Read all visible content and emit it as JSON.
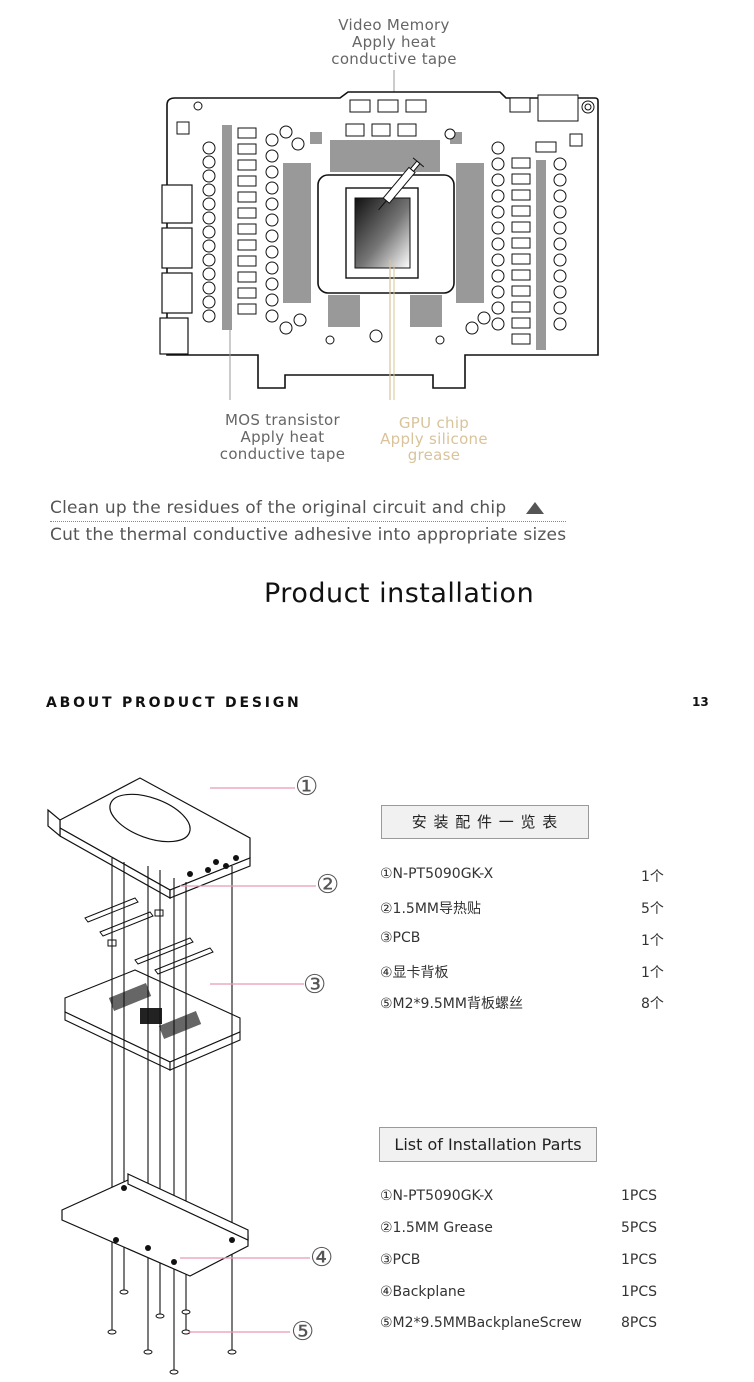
{
  "pcb_labels": {
    "video_memory": [
      "Video Memory",
      "Apply heat",
      "conductive tape"
    ],
    "mos": [
      "MOS transistor",
      "Apply heat",
      "conductive tape"
    ],
    "gpu": [
      "GPU chip",
      "Apply silicone",
      "grease"
    ]
  },
  "steps": {
    "step1": "Clean up the residues of the original circuit and chip",
    "step2": "Cut the thermal conductive adhesive into appropriate sizes"
  },
  "install_title": "Product installation",
  "section_title": "ABOUT PRODUCT DESIGN",
  "page_number": "13",
  "callouts": [
    "①",
    "②",
    "③",
    "④",
    "⑤"
  ],
  "parts_cn": {
    "header": "安 装 配 件 一 览 表",
    "rows": [
      {
        "name": "①N-PT5090GK-X",
        "qty": "1个"
      },
      {
        "name": "②1.5MM导热贴",
        "qty": "5个"
      },
      {
        "name": "③PCB",
        "qty": "1个"
      },
      {
        "name": "④显卡背板",
        "qty": "1个"
      },
      {
        "name": "⑤M2*9.5MM背板螺丝",
        "qty": "8个"
      }
    ]
  },
  "parts_en": {
    "header": "List of Installation Parts",
    "rows": [
      {
        "name": "①N-PT5090GK-X",
        "qty": "1PCS"
      },
      {
        "name": "②1.5MM Grease",
        "qty": "5PCS"
      },
      {
        "name": "③PCB",
        "qty": "1PCS"
      },
      {
        "name": "④Backplane",
        "qty": "1PCS"
      },
      {
        "name": "⑤M2*9.5MMBackplaneScrew",
        "qty": "8PCS"
      }
    ]
  },
  "colors": {
    "gold": "#d9c39a",
    "gray_text": "#666666",
    "pink_line": "#e69ab8"
  }
}
